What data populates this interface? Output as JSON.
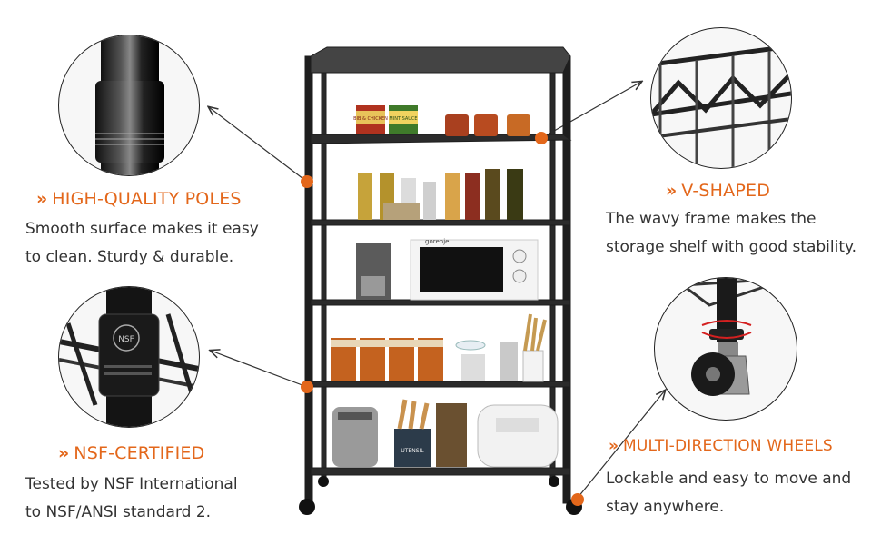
{
  "features": [
    {
      "title": "HIGH-QUALITY POLES",
      "lines": [
        "Smooth surface makes it easy",
        "to clean. Sturdy & durable."
      ]
    },
    {
      "title": "NSF-CERTIFIED",
      "lines": [
        "Tested by NSF International",
        "to NSF/ANSI standard 2."
      ]
    },
    {
      "title": "V-SHAPED",
      "lines": [
        "The wavy frame makes the",
        "storage shelf with good stability."
      ]
    },
    {
      "title": "MULTI-DIRECTION WHEELS",
      "lines": [
        "Lockable and easy to move and",
        "stay anywhere."
      ]
    }
  ],
  "marker": "»",
  "nsf_logo": "NSF",
  "products": {
    "jar_label_1": "BIB & CHICKEN",
    "jar_label_2": "MINT SAUCE",
    "microwave_brand": "gorenje",
    "jar_brand": "UTENSIL"
  },
  "colors": {
    "accent": "#e3671b",
    "frame": "#1e1e1e",
    "text": "#333333"
  }
}
